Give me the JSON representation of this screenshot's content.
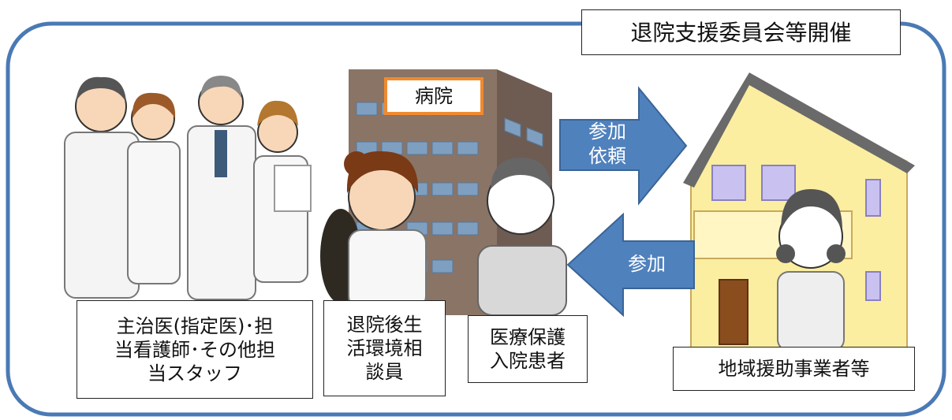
{
  "title": "退院支援委員会等開催",
  "hospital_sign": "病院",
  "arrow_request": "参加\n依頼",
  "arrow_participate": "参加",
  "labels": {
    "medical_staff": "主治医(指定医)･担\n当看護師･その他担\n当スタッフ",
    "counselor": "退院後生\n活環境相\n談員",
    "patient": "医療保護\n入院患者",
    "community": "地域援助事業者等"
  },
  "colors": {
    "frame": "#4a7ab5",
    "arrow": "#4f81bd",
    "building": "#8a7466",
    "window": "#7e9fc0",
    "house_wall": "#fbeea0",
    "house_roof": "#6a6a6a",
    "sign_border": "#f08a30"
  }
}
